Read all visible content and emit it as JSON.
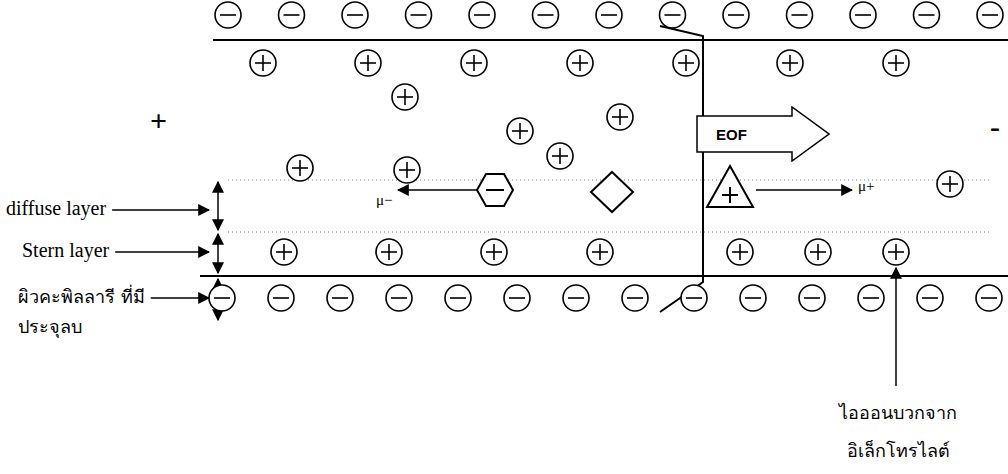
{
  "diagram": {
    "nodes": [
      {
        "text": [
          "EOF"
        ]
      }
    ],
    "labels": [
      "+",
      "-",
      "diffuse layer",
      "Stern layer",
      "ผิวคะพิลลารี ที่มีประจุลบ",
      "μ−",
      "μ+",
      "ไอออนบวกจาก อิเล็กโทรไลต์"
    ]
  }
}
